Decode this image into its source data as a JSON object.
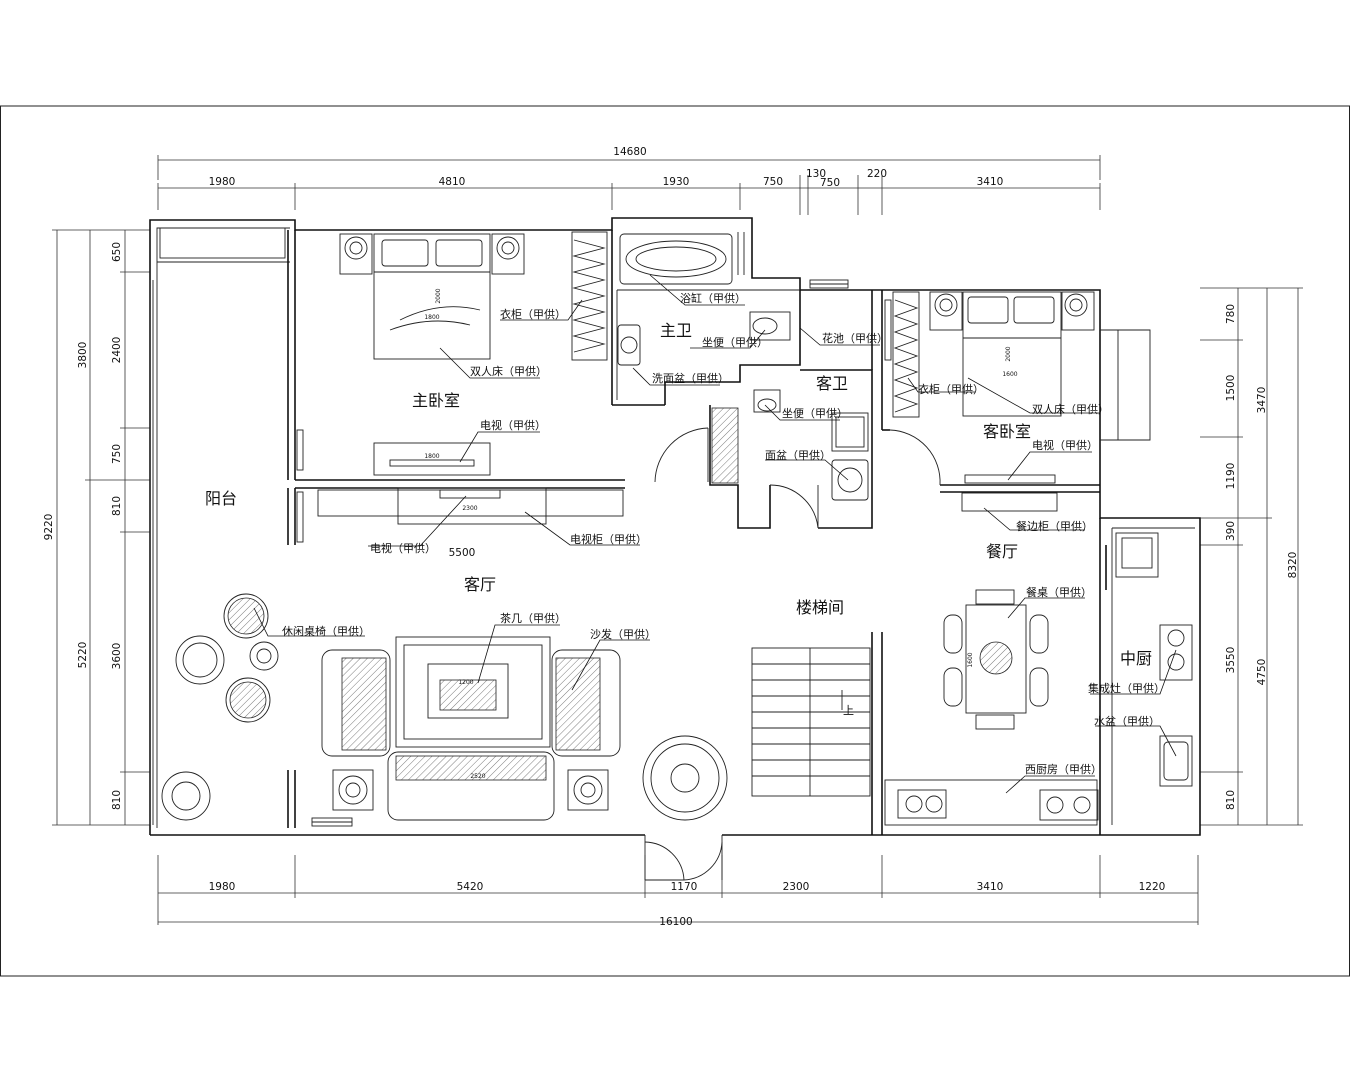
{
  "rooms": {
    "balcony": "阳台",
    "master_bedroom": "主卧室",
    "master_bath": "主卫",
    "guest_bath": "客卫",
    "guest_bedroom": "客卧室",
    "living_room": "客厅",
    "stairwell": "楼梯间",
    "dining_room": "餐厅",
    "chinese_kitchen": "中厨"
  },
  "labels": {
    "wardrobe_master": "衣柜（甲供）",
    "bathtub": "浴缸（甲供）",
    "toilet_master": "坐便（甲供）",
    "basin_master": "洗面盆（甲供）",
    "double_bed_master": "双人床（甲供）",
    "tv_master": "电视（甲供）",
    "tv_living": "电视（甲供）",
    "tv_cabinet": "电视柜（甲供）",
    "flower_bed": "花池（甲供）",
    "toilet_guest": "坐便（甲供）",
    "basin_guest": "面盆（甲供）",
    "wardrobe_guest": "衣柜（甲供）",
    "double_bed_guest": "双人床（甲供）",
    "tv_guest": "电视（甲供）",
    "sideboard": "餐边柜（甲供）",
    "leisure_chairs": "休闲桌椅（甲供）",
    "tea_table": "茶几（甲供）",
    "sofa": "沙发（甲供）",
    "dining_table": "餐桌（甲供）",
    "gas_stove": "集成灶（甲供）",
    "sink": "水盆（甲供）",
    "western_kitchen": "西厨房（甲供）",
    "stair_up": "上"
  },
  "dimensions": {
    "top_total": "14680",
    "top_1": "1980",
    "top_2": "4810",
    "top_3": "1930",
    "top_4": "750",
    "top_5": "130",
    "top_6": "750",
    "top_7": "220",
    "top_8": "3410",
    "bottom_total": "16100",
    "bottom_1": "1980",
    "bottom_2": "5420",
    "bottom_3": "1170",
    "bottom_4": "2300",
    "bottom_5": "3410",
    "bottom_6": "1220",
    "left_total": "9220",
    "left_a1": "3800",
    "left_a2": "5220",
    "left_b1": "650",
    "left_b2": "2400",
    "left_b3": "750",
    "left_b4": "810",
    "left_b5": "3600",
    "left_b6": "810",
    "right_total": "8320",
    "right_a1": "3470",
    "right_a2": "4750",
    "right_b1": "780",
    "right_b2": "1500",
    "right_b3": "1190",
    "right_b4": "390",
    "right_b5": "3550",
    "right_b6": "810",
    "tv_wall": "5500",
    "bed_master_w": "1800",
    "bed_master_l": "2000",
    "tv_master_w": "1800",
    "tv_living_w": "2300",
    "tea_table_w": "1200",
    "sofa_len": "2520",
    "table_w": "1600",
    "bed_guest_w": "1600",
    "bed_guest_l": "2000"
  }
}
